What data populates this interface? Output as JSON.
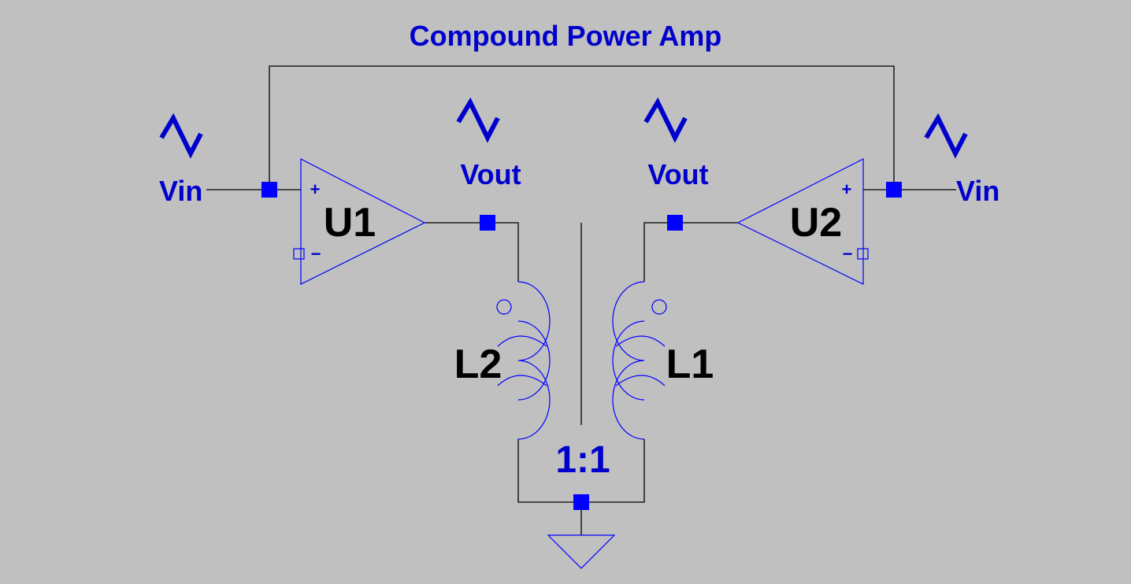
{
  "title": "Compound Power Amp",
  "amplifiers": [
    {
      "ref": "U1",
      "plus_sign": "+",
      "minus_sign": "−"
    },
    {
      "ref": "U2",
      "plus_sign": "+",
      "minus_sign": "−"
    }
  ],
  "inductors": [
    {
      "ref": "L2"
    },
    {
      "ref": "L1"
    }
  ],
  "transformer_ratio": "1:1",
  "net_labels": {
    "left_input": "Vin",
    "right_input": "Vin",
    "left_output": "Vout",
    "right_output": "Vout"
  },
  "colors": {
    "background": "#c0c0c0",
    "wire": "#000000",
    "component": "#0000ff",
    "label_blue": "#0000cc",
    "label_black": "#000000"
  },
  "icons": {
    "voltage_probe": "ac-wave-icon",
    "ground": "ground-icon"
  }
}
